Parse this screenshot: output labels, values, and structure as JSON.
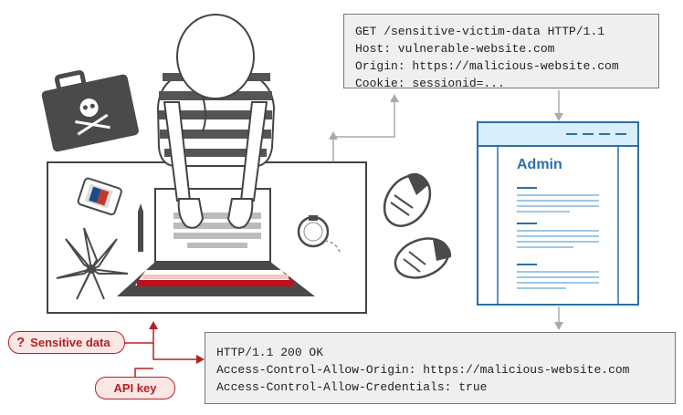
{
  "request": {
    "lines": [
      "GET /sensitive-victim-data HTTP/1.1",
      "Host: vulnerable-website.com",
      "Origin: https://malicious-website.com",
      "Cookie: sessionid=..."
    ]
  },
  "response": {
    "lines": [
      "HTTP/1.1 200 OK",
      "Access-Control-Allow-Origin: https://malicious-website.com",
      "Access-Control-Allow-Credentials: true"
    ]
  },
  "admin_page": {
    "title": "Admin"
  },
  "labels": {
    "sensitive_data_symbol": "?",
    "sensitive_data": "Sensitive data",
    "api_key": "API key"
  },
  "colors": {
    "accent_red": "#b22222",
    "admin_blue": "#2a6fa8",
    "dark_gray": "#4a4a4a",
    "box_fill": "#efefef"
  }
}
